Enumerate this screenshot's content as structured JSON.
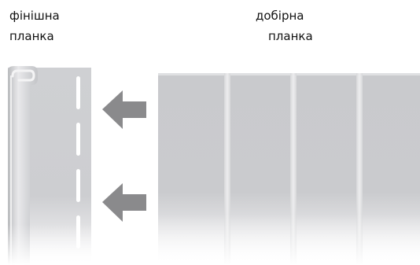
{
  "labels": {
    "finish_strip": {
      "line1": "фінішна",
      "line2": "планка"
    },
    "filler_strip": {
      "line1": "добірна",
      "line2": "планка"
    }
  },
  "colors": {
    "panel_gray": "#cbcccf",
    "rib_light": "#e6e6e8",
    "arrow_gray": "#8a8a8c",
    "background": "#ffffff"
  },
  "diagram": {
    "filler_panel_segments": 4,
    "arrows": [
      {
        "name": "upper-arrow",
        "direction": "left"
      },
      {
        "name": "lower-arrow",
        "direction": "left"
      }
    ]
  }
}
